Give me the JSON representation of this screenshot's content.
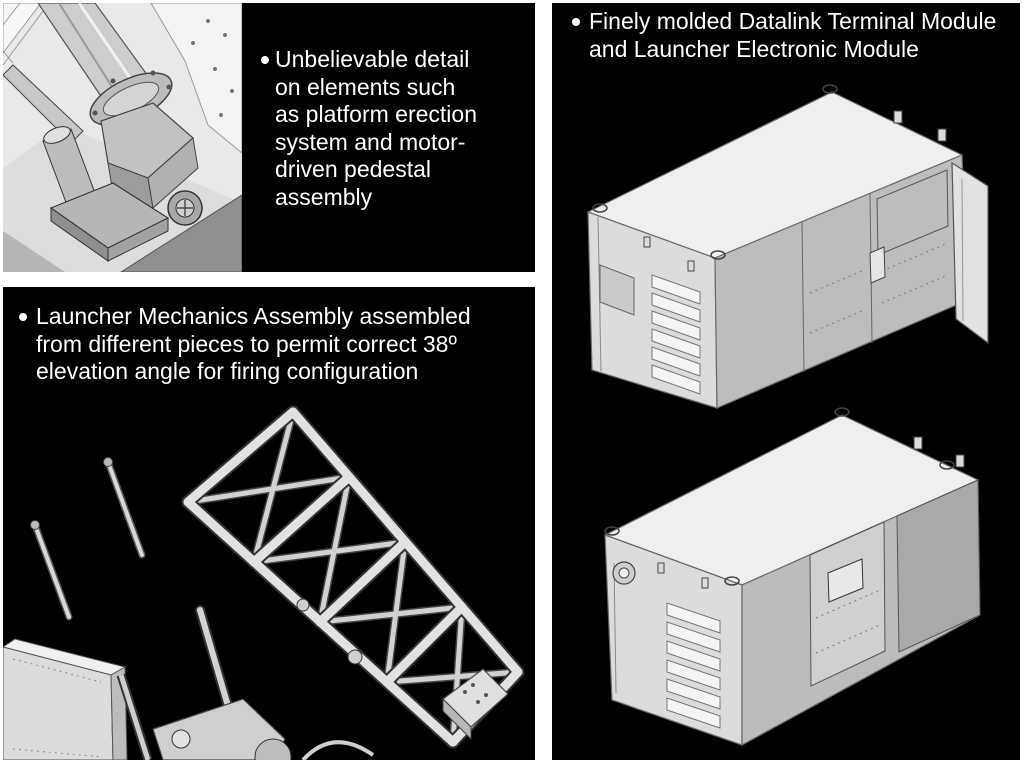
{
  "panels": {
    "pedestal": {
      "lines": [
        "Unbelievable detail",
        "on elements such",
        "as platform erection",
        "system and motor-",
        "driven pedestal",
        "assembly"
      ]
    },
    "launcher_mechanics": {
      "lines": [
        "Launcher Mechanics Assembly assembled",
        "from different pieces to permit correct 38º",
        "elevation angle for firing configuration"
      ]
    },
    "modules": {
      "lines": [
        "Finely molded Datalink Terminal Module",
        "and Launcher Electronic Module"
      ]
    }
  },
  "colors": {
    "page_bg": "#ffffff",
    "panel_bg": "#000000",
    "caption_text": "#ffffff"
  }
}
